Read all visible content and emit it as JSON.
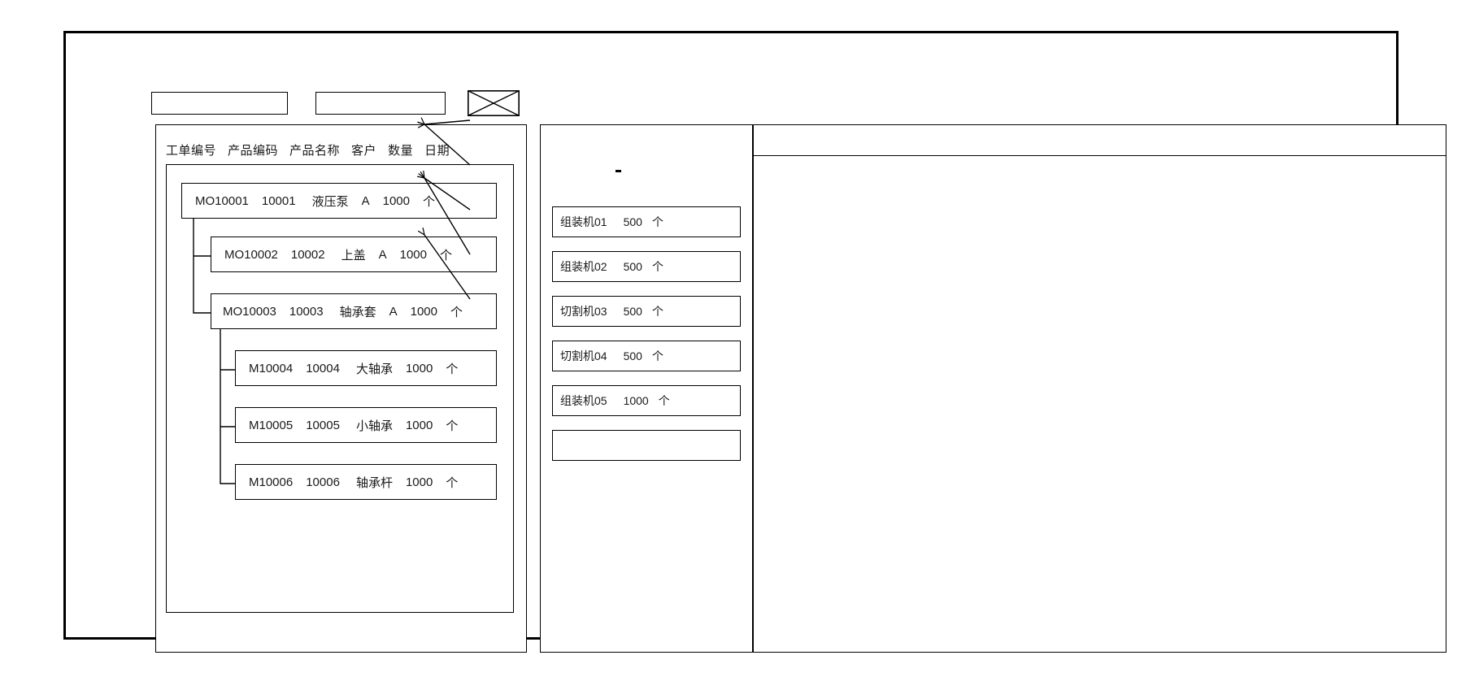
{
  "window": {
    "title": ""
  },
  "toolbar": {
    "field_1_value": "",
    "field_1_placeholder": "",
    "field_2_value": "",
    "field_2_placeholder": "",
    "xbox_icon": "crossed-box-icon"
  },
  "left_panel": {
    "columns": [
      "工单编号",
      "产品编码",
      "产品名称",
      "客户",
      "数量",
      "日期"
    ],
    "work_orders": [
      {
        "order_no": "MO10001",
        "product_code": "10001",
        "product_name": "液压泵",
        "customer": "A",
        "quantity": "1000",
        "unit": "个",
        "level": 0
      },
      {
        "order_no": "MO10002",
        "product_code": "10002",
        "product_name": "上盖",
        "customer": "A",
        "quantity": "1000",
        "unit": "个",
        "level": 1
      },
      {
        "order_no": "MO10003",
        "product_code": "10003",
        "product_name": "轴承套",
        "customer": "A",
        "quantity": "1000",
        "unit": "个",
        "level": 1
      },
      {
        "order_no": "M10004",
        "product_code": "10004",
        "product_name": "大轴承",
        "customer": "",
        "quantity": "1000",
        "unit": "个",
        "level": 2
      },
      {
        "order_no": "M10005",
        "product_code": "10005",
        "product_name": "小轴承",
        "customer": "",
        "quantity": "1000",
        "unit": "个",
        "level": 2
      },
      {
        "order_no": "M10006",
        "product_code": "10006",
        "product_name": "轴承杆",
        "customer": "",
        "quantity": "1000",
        "unit": "个",
        "level": 2
      }
    ]
  },
  "middle_panel": {
    "machines": [
      {
        "name": "组装机01",
        "quantity": "500",
        "unit": "个"
      },
      {
        "name": "组装机02",
        "quantity": "500",
        "unit": "个"
      },
      {
        "name": "切割机03",
        "quantity": "500",
        "unit": "个"
      },
      {
        "name": "切割机04",
        "quantity": "500",
        "unit": "个"
      },
      {
        "name": "组装机05",
        "quantity": "1000",
        "unit": "个"
      },
      {
        "name": "",
        "quantity": "",
        "unit": ""
      }
    ]
  },
  "right_panel": {
    "header_text": "",
    "body_text": ""
  },
  "colors": {
    "stroke": "#000000",
    "background": "#ffffff",
    "text": "#1a1a1a"
  }
}
